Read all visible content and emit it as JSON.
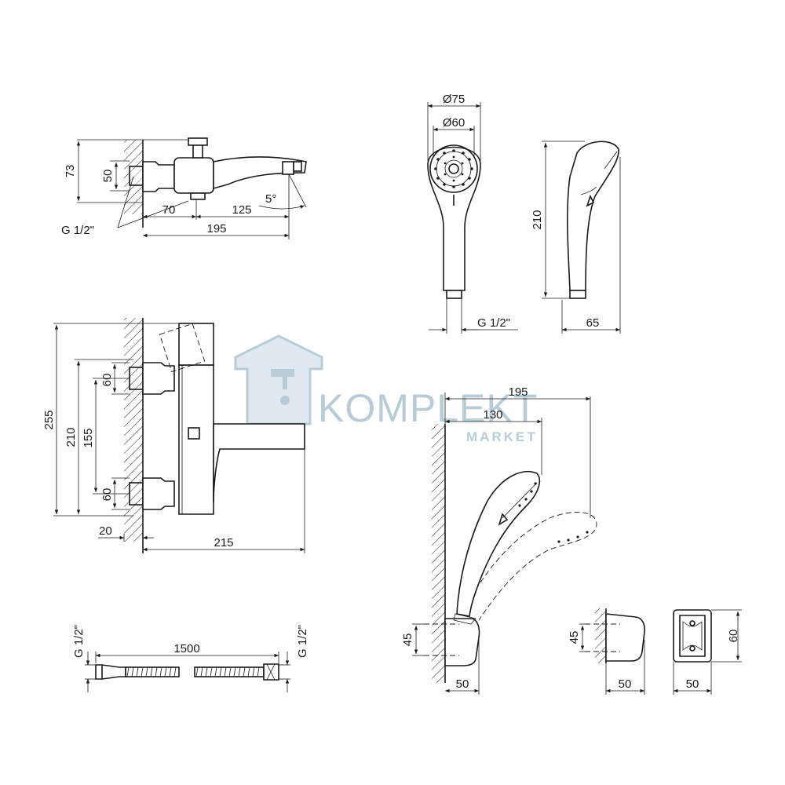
{
  "watermark": {
    "brand": "KOMPLEKT",
    "sub": "MARKET",
    "color": "#b8ccd8"
  },
  "mixer_top": {
    "height": "73",
    "inlet": "50",
    "d70": "70",
    "d125": "125",
    "d195": "195",
    "angle": "5°",
    "thread": "G 1/2\""
  },
  "hand_shower": {
    "outer_diameter": "Ø75",
    "face_diameter": "Ø60",
    "thread": "G 1/2\"",
    "height": "210",
    "depth": "65"
  },
  "mixer_front": {
    "total_height": "255",
    "height_210": "210",
    "spacing": "155",
    "upper_inlet": "60",
    "lower_inlet": "60",
    "wall_offset": "20",
    "projection": "215"
  },
  "holder_assembly": {
    "reach": "195",
    "reach_inner": "130",
    "height": "45",
    "width": "50"
  },
  "hose": {
    "length": "1500",
    "thread_left": "G 1/2\"",
    "thread_right": "G 1/2\""
  },
  "holder": {
    "height_side": "45",
    "width_side": "50",
    "width_front": "50",
    "height_front": "60"
  }
}
